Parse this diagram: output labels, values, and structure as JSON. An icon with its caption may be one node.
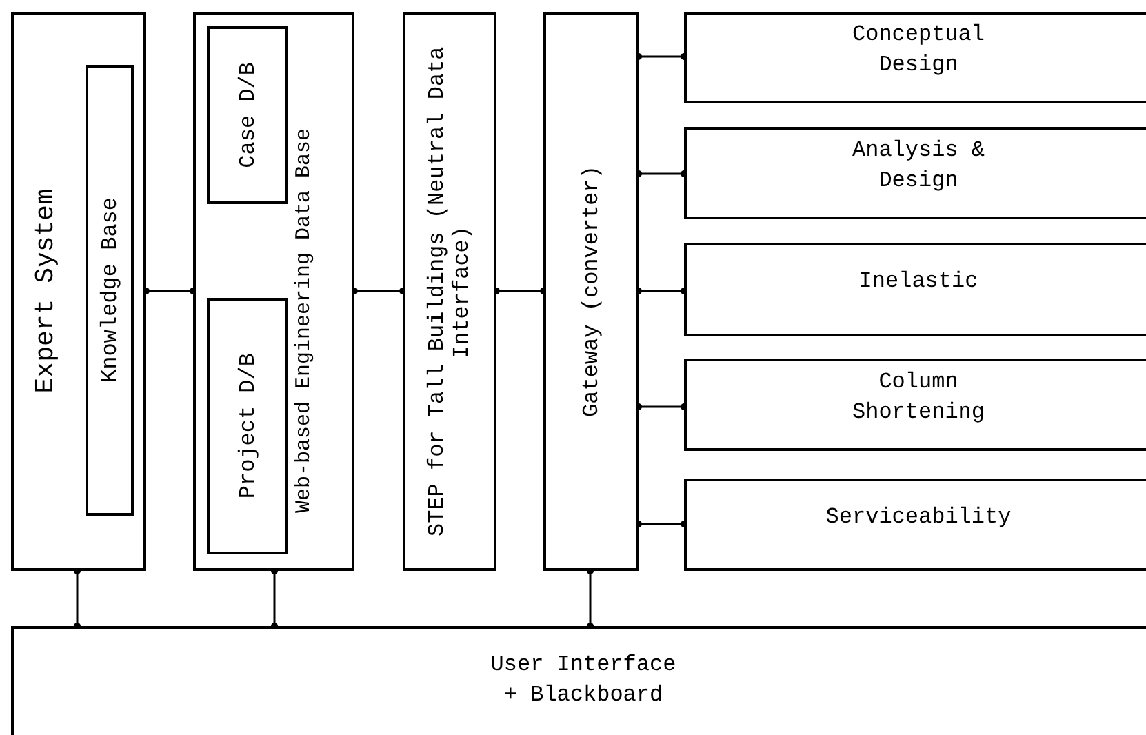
{
  "diagram": {
    "nodes": [
      {
        "text": [
          "Expert System"
        ]
      },
      {
        "text": [
          "Knowledge Base"
        ],
        "in": 0
      },
      {
        "text": [
          "Web-based Engineering Data Base"
        ]
      },
      {
        "text": [
          "Case D/B"
        ],
        "in": 2
      },
      {
        "text": [
          "Project D/B"
        ],
        "in": 2
      },
      {
        "text": [
          "STEP for Tall Buildings (Neutral Data Interface)"
        ]
      },
      {
        "text": [
          "Gateway (converter)"
        ]
      },
      {
        "text": [
          "Conceptual Design"
        ]
      },
      {
        "text": [
          "Analysis & Design"
        ]
      },
      {
        "text": [
          "Inelastic"
        ]
      },
      {
        "text": [
          "Column Shortening"
        ]
      },
      {
        "text": [
          "Serviceability"
        ]
      },
      {
        "text": [
          "User Interface + Blackboard"
        ]
      }
    ],
    "edges": [
      {
        "from": 0,
        "to": 2,
        "arrow": "other"
      },
      {
        "from": 2,
        "to": 5,
        "arrow": "other"
      },
      {
        "from": 5,
        "to": 6,
        "arrow": "other"
      },
      {
        "from": 6,
        "to": 7,
        "arrow": "other"
      },
      {
        "from": 6,
        "to": 8,
        "arrow": "other"
      },
      {
        "from": 6,
        "to": 9,
        "arrow": "other"
      },
      {
        "from": 6,
        "to": 10,
        "arrow": "other"
      },
      {
        "from": 6,
        "to": 11,
        "arrow": "other"
      },
      {
        "from": 0,
        "to": 12,
        "arrow": "other"
      },
      {
        "from": 2,
        "to": 12,
        "arrow": "other"
      },
      {
        "from": 6,
        "to": 12,
        "arrow": "other"
      }
    ]
  }
}
